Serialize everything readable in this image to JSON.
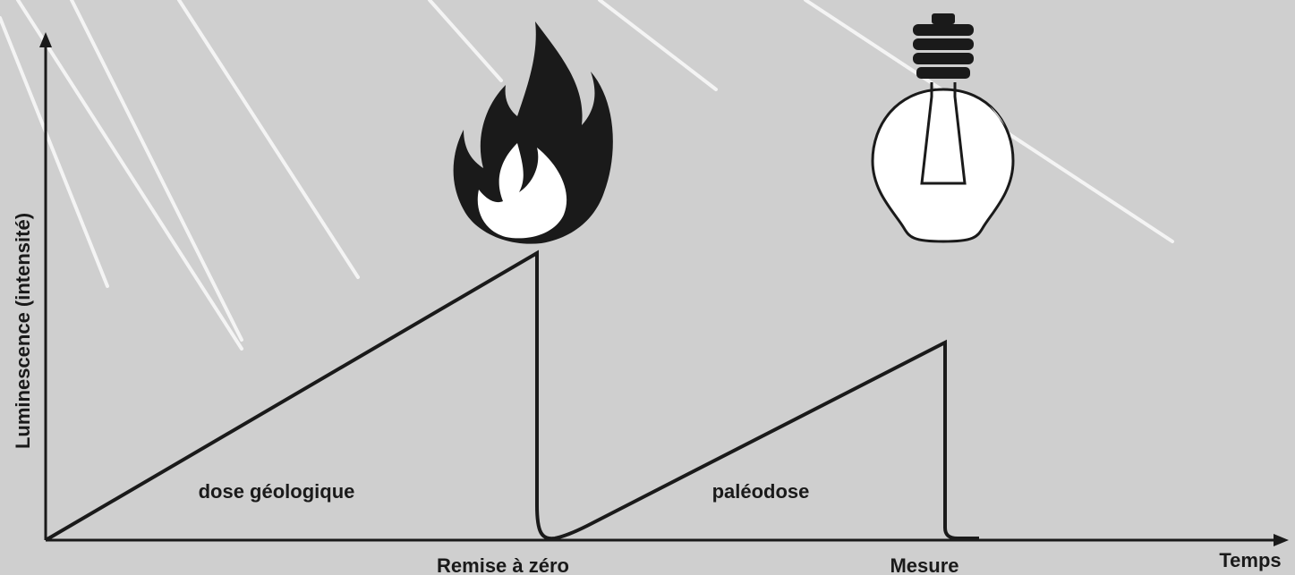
{
  "diagram": {
    "y_axis_label": "Luminescence (intensité)",
    "x_axis_label": "Temps",
    "segment_labels": {
      "geological": "dose géologique",
      "paleo": "paléodose"
    },
    "event_labels": {
      "reset": "Remise à zéro",
      "measure": "Mesure"
    },
    "icons": {
      "reset": "flame-icon",
      "measure": "light-bulb-icon"
    },
    "colors": {
      "background": "#cfcfcf",
      "line": "#1a1a1a",
      "rays": "#f4f4f4",
      "icon_fill": "#ffffff"
    }
  }
}
